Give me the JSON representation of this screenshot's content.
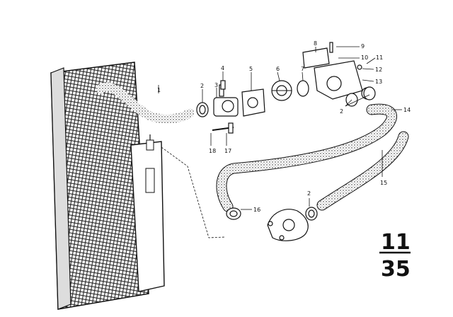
{
  "diagram": {
    "callouts": [
      "1",
      "2",
      "3",
      "4",
      "5",
      "6",
      "7",
      "8",
      "9",
      "10",
      "11",
      "12",
      "13",
      "2",
      "14",
      "15",
      "2",
      "16",
      "17",
      "18"
    ],
    "page_ref": {
      "group": "11",
      "sheet": "35"
    },
    "icons": [
      "radiator-icon",
      "hose-icon",
      "water-pump-icon",
      "thermostat-icon",
      "hose-clamp-icon"
    ]
  }
}
